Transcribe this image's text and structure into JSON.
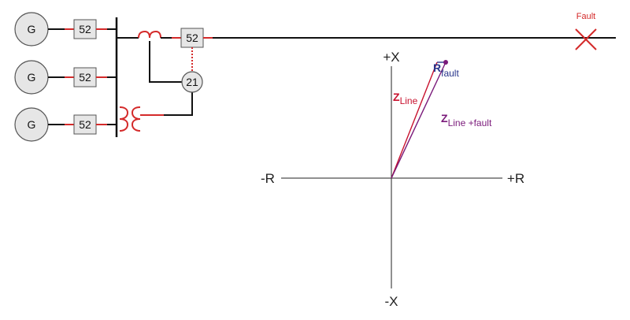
{
  "colors": {
    "line": "#111111",
    "accent": "#d42a2a",
    "box_fill": "#e6e6e6",
    "box_stroke": "#555555",
    "z_line": "#c8122e",
    "z_total": "#7a1a7a",
    "r_fault": "#27348b"
  },
  "generators": [
    {
      "label": "G",
      "breaker": "52"
    },
    {
      "label": "G",
      "breaker": "52"
    },
    {
      "label": "G",
      "breaker": "52"
    }
  ],
  "line_breaker": "52",
  "relay": "21",
  "fault_label": "Fault",
  "axes": {
    "plus_x": "+X",
    "minus_x": "-X",
    "plus_r": "+R",
    "minus_r": "-R"
  },
  "impedance": {
    "z_line_main": "Z",
    "z_line_sub": "Line",
    "r_fault_main": "R",
    "r_fault_sub": "fault",
    "z_total_main": "Z",
    "z_total_sub": "Line +fault"
  }
}
